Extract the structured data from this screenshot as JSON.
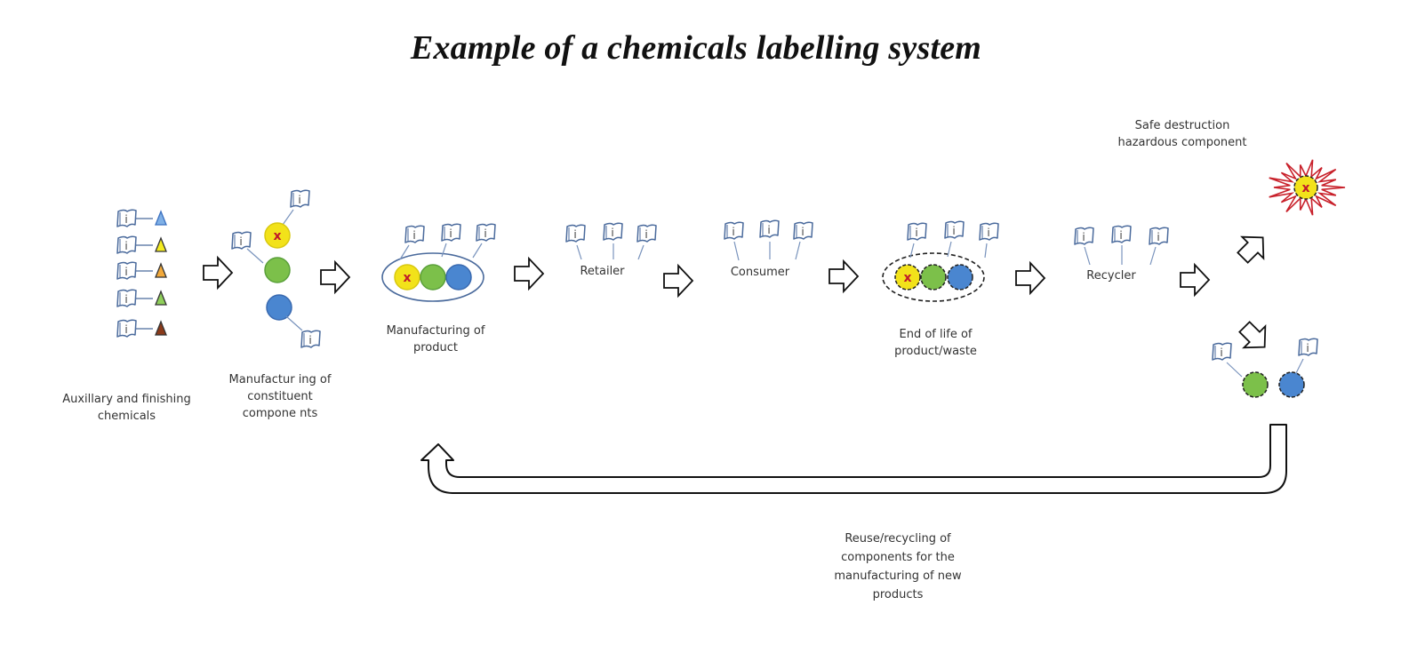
{
  "title": "Example of a chemicals labelling system",
  "colors": {
    "label_stroke": "#4a6a9c",
    "hazard_yellow": "#f2e21a",
    "green": "#7cc04a",
    "blue": "#4a86d0",
    "hazard_x": "#c0182a",
    "explosion": "#c8202a",
    "arrow_stroke": "#111111"
  },
  "auxiliary": {
    "label": [
      "Auxillary and finishing",
      "chemicals"
    ],
    "triangle_colors": [
      "#7fb0e6",
      "#f4ec20",
      "#f2a93a",
      "#8fcf5a",
      "#8a3a1a"
    ]
  },
  "stages": [
    {
      "id": "constituents",
      "label": [
        "Manufactur ing of",
        "constituent",
        "compone nts"
      ]
    },
    {
      "id": "product",
      "label": [
        "Manufacturing of",
        "product"
      ]
    },
    {
      "id": "retailer",
      "label": [
        "Retailer"
      ]
    },
    {
      "id": "consumer",
      "label": [
        "Consumer"
      ]
    },
    {
      "id": "end-of-life",
      "label": [
        "End of life of",
        "product/waste"
      ]
    },
    {
      "id": "recycler",
      "label": [
        "Recycler"
      ]
    }
  ],
  "safe_destruction": {
    "label": [
      "Safe destruction",
      "hazardous component"
    ]
  },
  "reuse": {
    "label": [
      "Reuse/recycling of",
      "components for the",
      "manufacturing of new",
      "products"
    ]
  },
  "info_label_glyph": "i",
  "hazard_glyph": "x"
}
